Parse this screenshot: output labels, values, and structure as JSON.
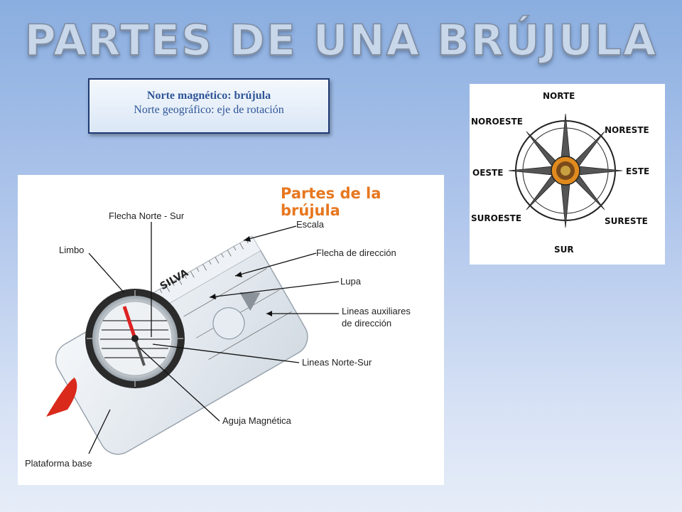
{
  "slide": {
    "title": "PARTES DE UNA BRÚJULA"
  },
  "note": {
    "line1": "Norte magnético: brújula",
    "line2": "Norte geográfico: eje de rotación"
  },
  "figure": {
    "title": "Partes de la brújula",
    "brand": "SILVA",
    "labels": {
      "flecha_norte_sur": "Flecha Norte - Sur",
      "escala": "Escala",
      "limbo": "Limbo",
      "flecha_direccion": "Flecha de dirección",
      "lupa": "Lupa",
      "lineas_aux_1": "Lineas auxiliares",
      "lineas_aux_2": "de dirección",
      "lineas_norte_sur": "Lineas Norte-Sur",
      "aguja": "Aguja Magnética",
      "plataforma": "Plataforma base"
    }
  },
  "rose": {
    "norte": "NORTE",
    "noroeste": "NOROESTE",
    "noreste": "NORESTE",
    "oeste": "OESTE",
    "este": "ESTE",
    "suroeste": "SUROESTE",
    "sureste": "SURESTE",
    "sur": "SUR"
  },
  "colors": {
    "title_accent": "#e7771f",
    "note_text": "#2f5597",
    "note_border": "#1f3a72"
  }
}
